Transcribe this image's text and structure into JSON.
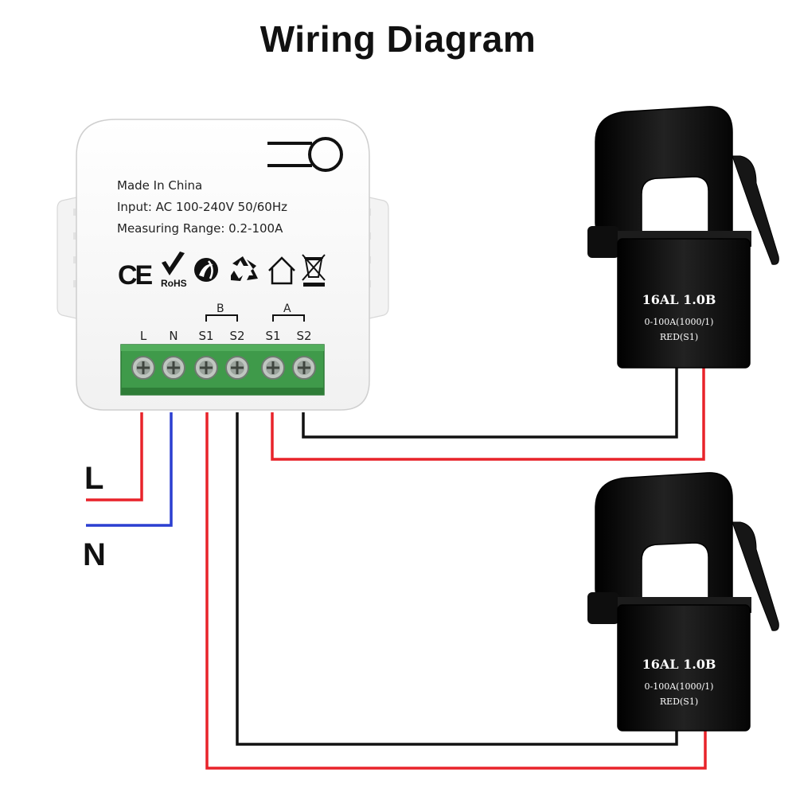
{
  "title": "Wiring Diagram",
  "module": {
    "text": {
      "made_in": "Made In China",
      "input": "Input: AC 100-240V 50/60Hz",
      "range": "Measuring Range: 0.2-100A"
    },
    "cert_marks": [
      "CE",
      "RoHS"
    ],
    "terminal_groups": [
      {
        "name": "B"
      },
      {
        "name": "A"
      }
    ],
    "terminals": [
      "L",
      "N",
      "S1",
      "S2",
      "S1",
      "S2"
    ],
    "icons": [
      "ce-mark-icon",
      "rohs-check-icon",
      "green-dot-icon",
      "recycle-icon",
      "house-icon",
      "weee-bin-icon"
    ]
  },
  "line_labels": {
    "live": "L",
    "neutral": "N"
  },
  "clamps": [
    {
      "model": "16AL 1.0B",
      "rating": "0-100A(1000/1)",
      "note": "RED(S1)"
    },
    {
      "model": "16AL 1.0B",
      "rating": "0-100A(1000/1)",
      "note": "RED(S1)"
    }
  ],
  "colors": {
    "live_wire": "#e8232a",
    "neutral_wire": "#2b3fd1",
    "ct_black_wire": "#111111",
    "ct_red_wire": "#e8232a",
    "terminal_block": "#3f9a4a",
    "clamp_body": "#121212"
  }
}
